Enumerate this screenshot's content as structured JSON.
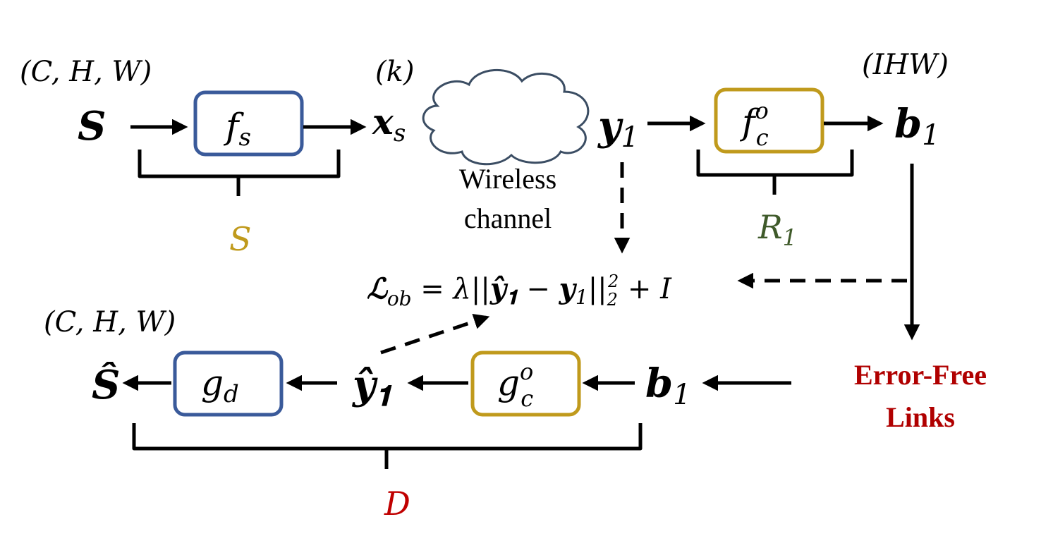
{
  "colors": {
    "blue_box": "#3a5a9a",
    "gold_box": "#c09a1c",
    "label_gold": "#c09a1c",
    "label_green": "#3f5a2a",
    "label_red": "#c00000",
    "error_free": "#b00000"
  },
  "top": {
    "dims_in": "(C, H, W)",
    "dims_k": "(k)",
    "dims_ihw": "(IHW)",
    "source": "S",
    "encoder": "f",
    "encoder_sub": "s",
    "tx": "x",
    "tx_sub": "s",
    "channel_line1": "Wireless",
    "channel_line2": "channel",
    "rx": "y",
    "rx_sub": "1",
    "comp": "f",
    "comp_sup": "o",
    "comp_sub": "c",
    "bits": "b",
    "bits_sub": "1",
    "brace_s": "S",
    "brace_r": "R",
    "brace_r_sub": "1"
  },
  "loss": {
    "lhs": "ℒ",
    "lhs_sub": "ob",
    "eq": " = λ||",
    "yhat": "ŷ",
    "yhat_sub": "𝟏",
    "minus": " − ",
    "y": "y",
    "y_sub": "1",
    "norm": "||",
    "sub2": "2",
    "sup2": "2",
    "plus": " + I"
  },
  "bottom": {
    "dims_out": "(C, H, W)",
    "recon": "Ŝ",
    "decoder": "g",
    "decoder_sub": "d",
    "yhat": "ŷ",
    "yhat_sub": "𝟏",
    "decomp": "g",
    "decomp_sup": "o",
    "decomp_sub": "c",
    "bits": "b",
    "bits_sub": "1",
    "links_line1": "Error-Free",
    "links_line2": "Links",
    "brace_d": "D"
  }
}
